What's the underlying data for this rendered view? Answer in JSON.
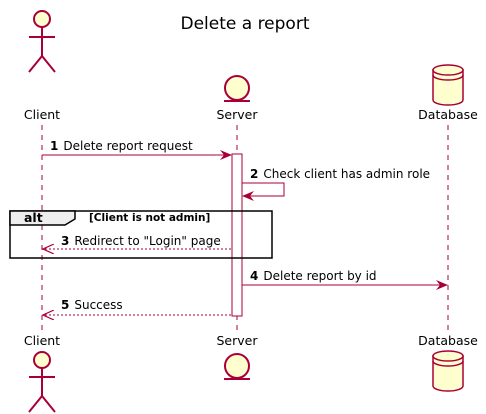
{
  "title": "Delete a report",
  "participants": {
    "client": {
      "label": "Client",
      "kind": "actor"
    },
    "server": {
      "label": "Server",
      "kind": "entity"
    },
    "database": {
      "label": "Database",
      "kind": "database"
    }
  },
  "messages": [
    {
      "num": "1",
      "text": "Delete report request",
      "from": "client",
      "to": "server",
      "style": "solid"
    },
    {
      "num": "2",
      "text": "Check client has admin role",
      "from": "server",
      "to": "server",
      "style": "solid"
    },
    {
      "num": "3",
      "text": "Redirect to \"Login\" page",
      "from": "server",
      "to": "client",
      "style": "dashed"
    },
    {
      "num": "4",
      "text": "Delete report by id",
      "from": "server",
      "to": "database",
      "style": "solid"
    },
    {
      "num": "5",
      "text": "Success",
      "from": "server",
      "to": "client",
      "style": "dashed"
    }
  ],
  "alt_fragment": {
    "keyword": "alt",
    "condition": "[Client is not admin]"
  },
  "colors": {
    "participant_fill": "#FEFECE",
    "participant_border": "#A80036",
    "arrow": "#A80036",
    "lifeline": "#A80036",
    "fragment_border": "#000000"
  }
}
